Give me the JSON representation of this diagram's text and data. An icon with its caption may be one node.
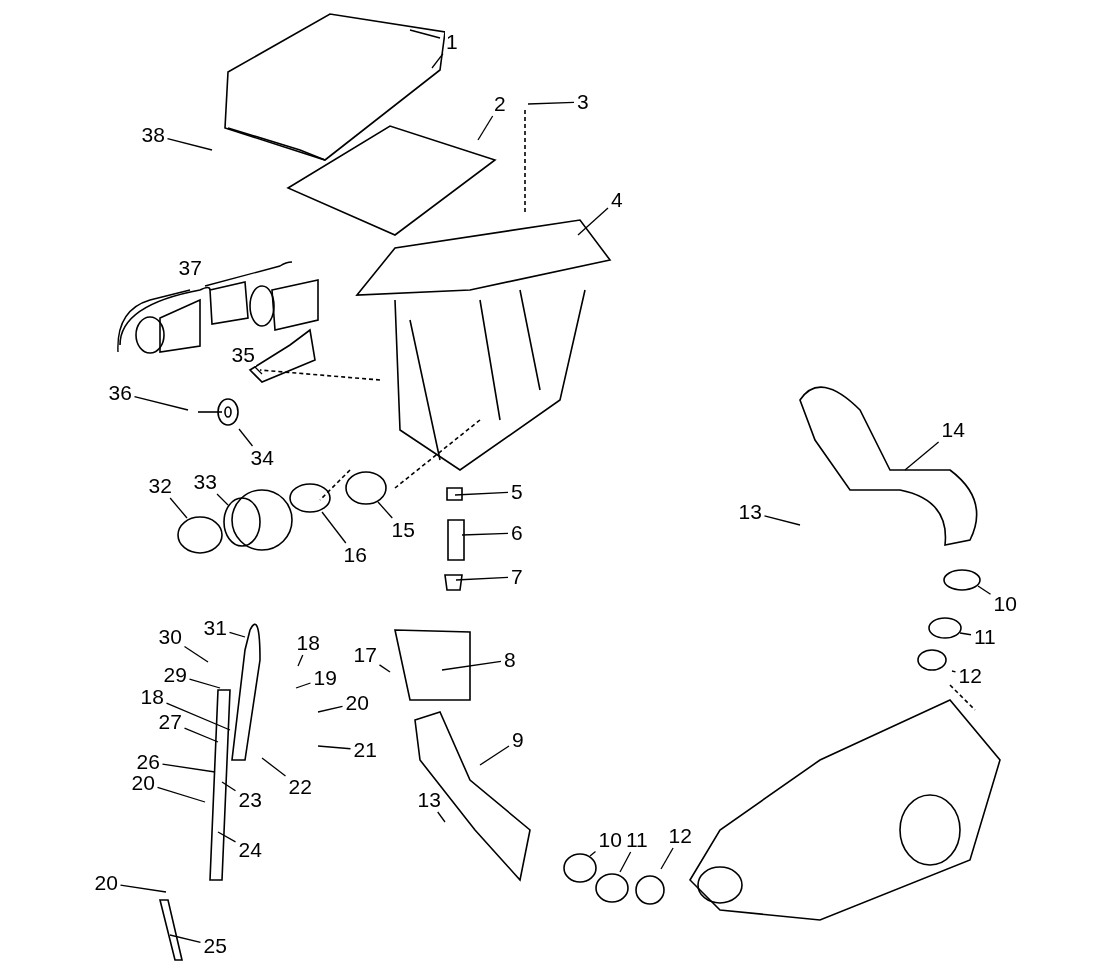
{
  "diagram": {
    "nodes": [
      {
        "text": [
          "1"
        ]
      },
      {
        "text": [
          "2"
        ]
      },
      {
        "text": [
          "3"
        ]
      },
      {
        "text": [
          "38"
        ]
      },
      {
        "text": [
          "4"
        ]
      },
      {
        "text": [
          "35"
        ]
      },
      {
        "text": [
          "36"
        ]
      },
      {
        "text": [
          "34"
        ]
      },
      {
        "text": [
          "33"
        ]
      },
      {
        "text": [
          "32"
        ]
      },
      {
        "text": [
          "16"
        ]
      },
      {
        "text": [
          "15"
        ]
      },
      {
        "text": [
          "5"
        ]
      },
      {
        "text": [
          "6"
        ]
      },
      {
        "text": [
          "7"
        ]
      },
      {
        "text": [
          "14"
        ]
      },
      {
        "text": [
          "13"
        ]
      },
      {
        "text": [
          "10"
        ]
      },
      {
        "text": [
          "11"
        ]
      },
      {
        "text": [
          "12"
        ]
      },
      {
        "text": [
          "31"
        ]
      },
      {
        "text": [
          "30"
        ]
      },
      {
        "text": [
          "18"
        ]
      },
      {
        "text": [
          "29"
        ]
      },
      {
        "text": [
          "19"
        ]
      },
      {
        "text": [
          "20"
        ]
      },
      {
        "text": [
          "17"
        ]
      },
      {
        "text": [
          "8"
        ]
      },
      {
        "text": [
          "18"
        ]
      },
      {
        "text": [
          "27"
        ]
      },
      {
        "text": [
          "21"
        ]
      },
      {
        "text": [
          "9"
        ]
      },
      {
        "text": [
          "26"
        ]
      },
      {
        "text": [
          "22"
        ]
      },
      {
        "text": [
          "23"
        ]
      },
      {
        "text": [
          "20"
        ]
      },
      {
        "text": [
          "24"
        ]
      },
      {
        "text": [
          "13"
        ]
      },
      {
        "text": [
          "10"
        ]
      },
      {
        "text": [
          "11"
        ]
      },
      {
        "text": [
          "12"
        ]
      },
      {
        "text": [
          "20"
        ]
      },
      {
        "text": [
          "25"
        ]
      },
      {
        "text": [
          "37"
        ]
      }
    ],
    "edges": [
      {
        "from": 0,
        "to": null,
        "arrow": "none"
      },
      {
        "from": 1,
        "to": null,
        "arrow": "none"
      },
      {
        "from": 2,
        "to": null,
        "arrow": "none"
      },
      {
        "from": 3,
        "to": null,
        "arrow": "none"
      },
      {
        "from": 4,
        "to": null,
        "arrow": "none"
      },
      {
        "from": 5,
        "to": null,
        "arrow": "none"
      },
      {
        "from": 6,
        "to": null,
        "arrow": "none"
      },
      {
        "from": 7,
        "to": null,
        "arrow": "none"
      },
      {
        "from": 8,
        "to": null,
        "arrow": "none"
      },
      {
        "from": 9,
        "to": null,
        "arrow": "none"
      },
      {
        "from": 10,
        "to": null,
        "arrow": "none"
      },
      {
        "from": 11,
        "to": null,
        "arrow": "none"
      },
      {
        "from": 12,
        "to": null,
        "arrow": "none"
      },
      {
        "from": 13,
        "to": null,
        "arrow": "none"
      },
      {
        "from": 14,
        "to": null,
        "arrow": "none"
      },
      {
        "from": 15,
        "to": null,
        "arrow": "none"
      },
      {
        "from": 16,
        "to": null,
        "arrow": "none"
      },
      {
        "from": 17,
        "to": null,
        "arrow": "none"
      },
      {
        "from": 18,
        "to": null,
        "arrow": "none"
      },
      {
        "from": 19,
        "to": null,
        "arrow": "none"
      },
      {
        "from": 20,
        "to": null,
        "arrow": "none"
      },
      {
        "from": 21,
        "to": null,
        "arrow": "none"
      },
      {
        "from": 22,
        "to": null,
        "arrow": "none"
      },
      {
        "from": 23,
        "to": null,
        "arrow": "none"
      },
      {
        "from": 24,
        "to": null,
        "arrow": "none"
      },
      {
        "from": 25,
        "to": null,
        "arrow": "none"
      },
      {
        "from": 26,
        "to": null,
        "arrow": "none"
      },
      {
        "from": 27,
        "to": null,
        "arrow": "none"
      },
      {
        "from": 28,
        "to": null,
        "arrow": "none"
      },
      {
        "from": 29,
        "to": null,
        "arrow": "none"
      },
      {
        "from": 30,
        "to": null,
        "arrow": "none"
      },
      {
        "from": 31,
        "to": null,
        "arrow": "none"
      },
      {
        "from": 32,
        "to": null,
        "arrow": "none"
      },
      {
        "from": 33,
        "to": null,
        "arrow": "none"
      },
      {
        "from": 34,
        "to": null,
        "arrow": "none"
      },
      {
        "from": 35,
        "to": null,
        "arrow": "none"
      },
      {
        "from": 36,
        "to": null,
        "arrow": "none"
      },
      {
        "from": 37,
        "to": null,
        "arrow": "none"
      },
      {
        "from": 38,
        "to": null,
        "arrow": "none"
      },
      {
        "from": 39,
        "to": null,
        "arrow": "none"
      },
      {
        "from": 40,
        "to": null,
        "arrow": "none"
      },
      {
        "from": 41,
        "to": null,
        "arrow": "none"
      },
      {
        "from": 42,
        "to": null,
        "arrow": "none"
      }
    ]
  }
}
